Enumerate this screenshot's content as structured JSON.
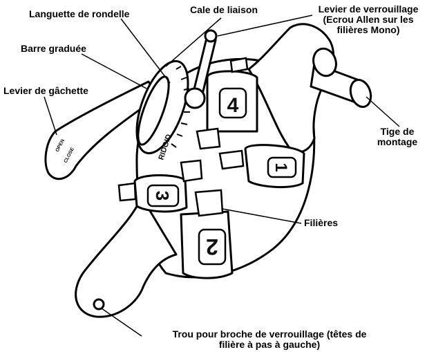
{
  "labels": {
    "languette": "Languette de rondelle",
    "cale": "Cale de liaison",
    "levier_verrou_1": "Levier de verrouillage",
    "levier_verrou_2": "(Ecrou Allen sur les",
    "levier_verrou_3": "filières Mono)",
    "barre": "Barre graduée",
    "gachette": "Levier de gâchette",
    "tige_1": "Tige de",
    "tige_2": "montage",
    "filieres": "Filières",
    "trou_1": "Trou pour broche de verrouillage (têtes de",
    "trou_2": "filière à pas à gauche)"
  },
  "markings": {
    "open": "OPEN",
    "close": "CLOSE",
    "ridgid": "RIDGID",
    "n1": "1",
    "n2": "2",
    "n3": "3",
    "n4": "4"
  },
  "colors": {
    "ink": "#000000",
    "paper": "#ffffff"
  }
}
